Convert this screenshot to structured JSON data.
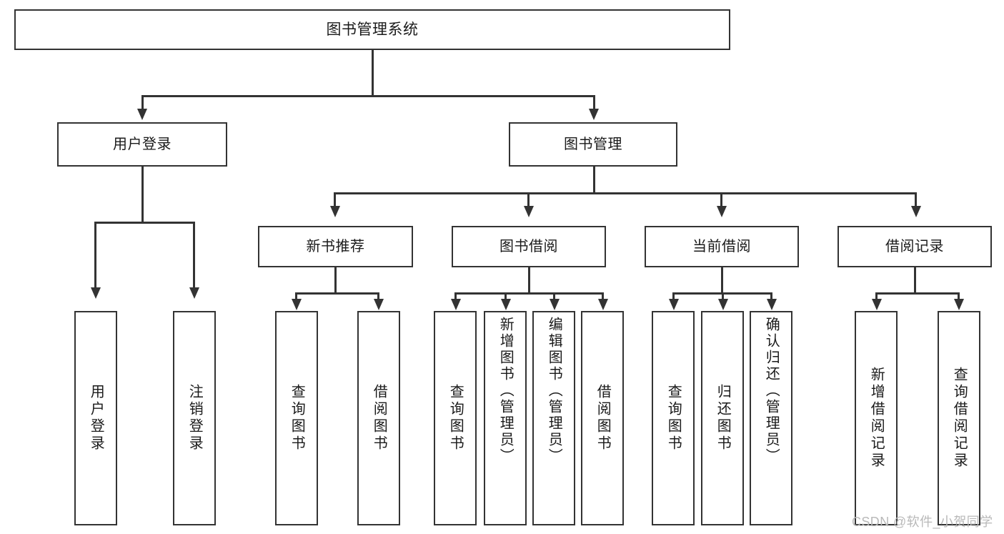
{
  "diagram": {
    "title": "图书管理系统",
    "type": "tree-hierarchy-chart",
    "root": {
      "label": "图书管理系统"
    },
    "level2": [
      {
        "label": "用户登录"
      },
      {
        "label": "图书管理"
      }
    ],
    "level3": [
      {
        "label": "新书推荐"
      },
      {
        "label": "图书借阅"
      },
      {
        "label": "当前借阅"
      },
      {
        "label": "借阅记录"
      }
    ],
    "leaves": {
      "user_login": [
        {
          "label": "用户登录"
        },
        {
          "label": "注销登录"
        }
      ],
      "new_book_recommend": [
        {
          "label": "查询图书"
        },
        {
          "label": "借阅图书"
        }
      ],
      "book_borrow": [
        {
          "label": "查询图书"
        },
        {
          "label": "新增图书（管理员）"
        },
        {
          "label": "编辑图书（管理员）"
        },
        {
          "label": "借阅图书"
        }
      ],
      "current_borrow": [
        {
          "label": "查询图书"
        },
        {
          "label": "归还图书"
        },
        {
          "label": "确认归还（管理员）"
        }
      ],
      "borrow_record": [
        {
          "label": "新增借阅记录"
        },
        {
          "label": "查询借阅记录"
        }
      ]
    }
  },
  "watermark": {
    "text": "CSDN @软件_小贺同学"
  },
  "colors": {
    "stroke": "#333333",
    "background": "#ffffff",
    "text": "#1a1a1a",
    "watermark": "#b9b9b9"
  }
}
